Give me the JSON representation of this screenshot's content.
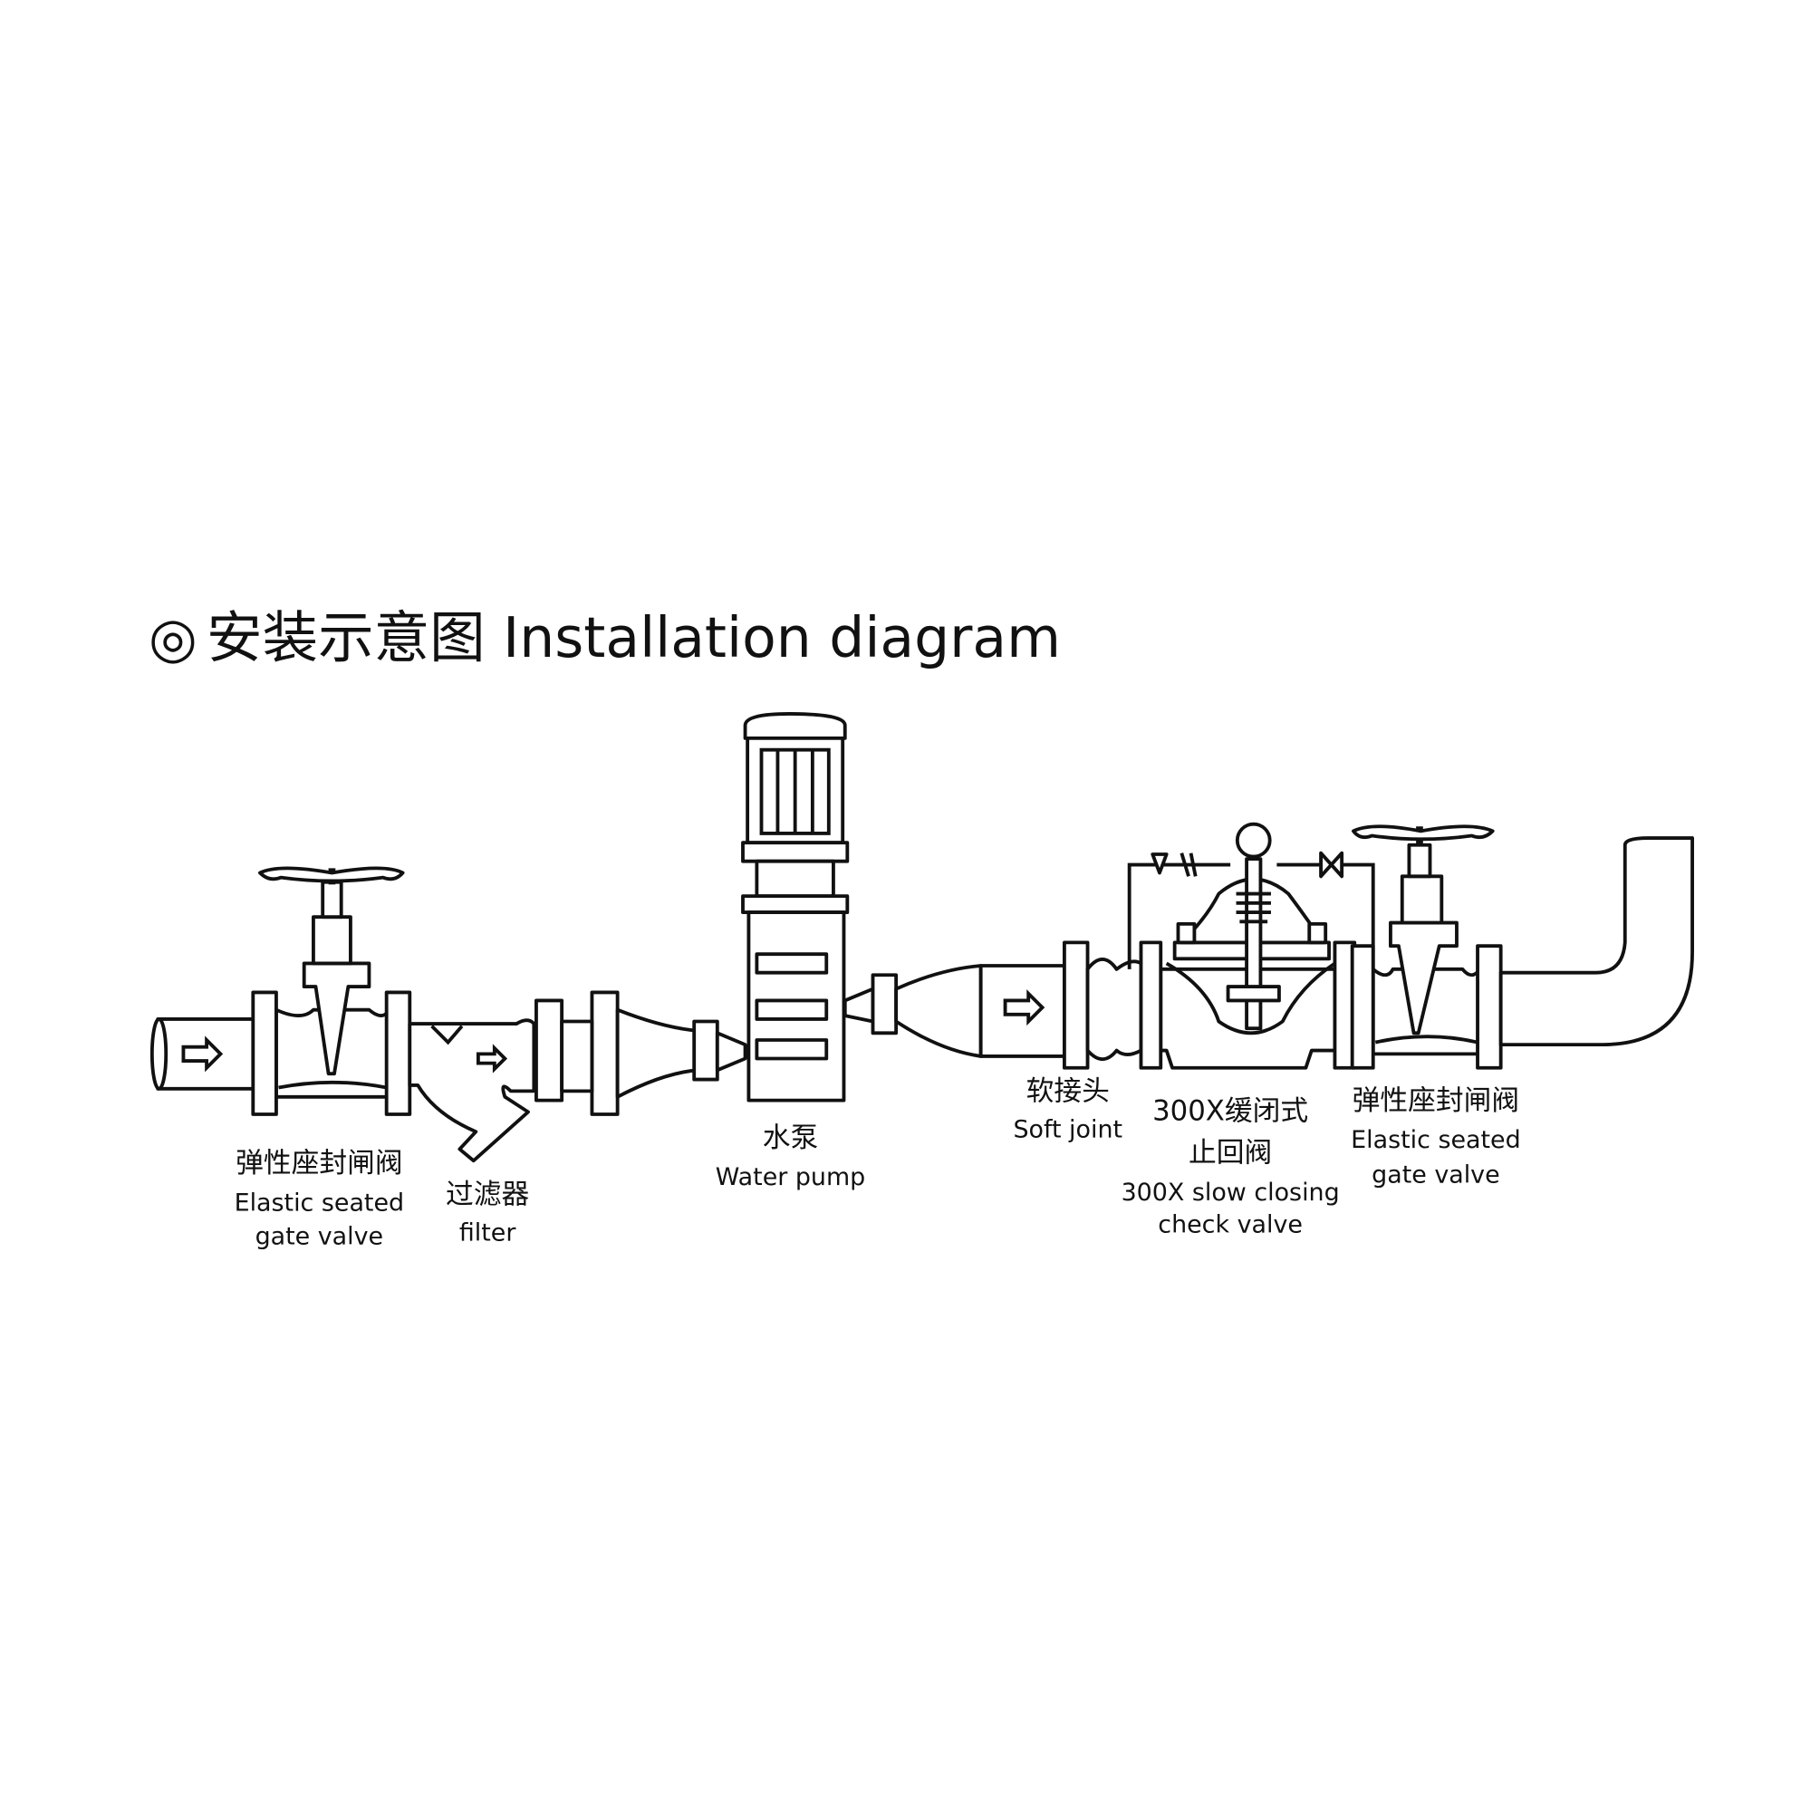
{
  "title": {
    "symbol": "◎",
    "text": "安装示意图 Installation diagram"
  },
  "components": [
    {
      "cn": "弹性座封闸阀",
      "en_line1": "Elastic seated",
      "en_line2": "gate valve"
    },
    {
      "cn": "过滤器",
      "en_line1": "filter"
    },
    {
      "cn": "水泵",
      "en_line1": "Water pump"
    },
    {
      "cn": "软接头",
      "en_line1": "Soft joint"
    },
    {
      "cn": "300X缓闭式",
      "cn_line2": "止回阀",
      "en_line1": "300X slow closing",
      "en_line2": "check valve"
    },
    {
      "cn": "弹性座封闸阀",
      "en_line1": "Elastic seated",
      "en_line2": "gate valve"
    }
  ],
  "colors": {
    "line": "#111111",
    "background": "#ffffff"
  }
}
